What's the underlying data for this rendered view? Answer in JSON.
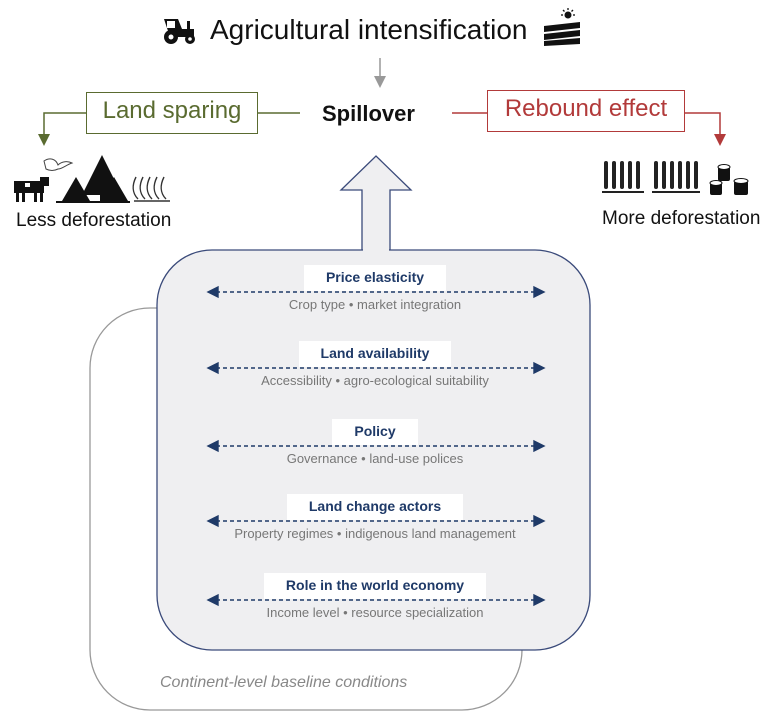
{
  "title": "Agricultural intensification",
  "center": "Spillover",
  "left": {
    "box": "Land sparing",
    "caption": "Less deforestation",
    "color": "#5a6b30"
  },
  "right": {
    "box": "Rebound effect",
    "caption": "More deforestation",
    "color": "#b23a3a"
  },
  "factors": [
    {
      "title": "Price elasticity",
      "subtitle": "Crop type • market integration"
    },
    {
      "title": "Land availability",
      "subtitle": "Accessibility • agro-ecological suitability"
    },
    {
      "title": "Policy",
      "subtitle": "Governance • land-use polices"
    },
    {
      "title": "Land change actors",
      "subtitle": "Property regimes • indigenous land management"
    },
    {
      "title": "Role in the world economy",
      "subtitle": "Income level • resource specialization"
    }
  ],
  "baseline": "Continent-level baseline conditions",
  "colors": {
    "factor_title": "#1f3a68",
    "arrow": "#1f3a68",
    "panel_fill": "#efeff1",
    "panel_border": "#3a4a7a"
  },
  "icons": [
    "tractor-icon",
    "field-icon",
    "cow-icon",
    "bird-icon",
    "trees-icon",
    "crops-icon",
    "stumps-icon"
  ]
}
